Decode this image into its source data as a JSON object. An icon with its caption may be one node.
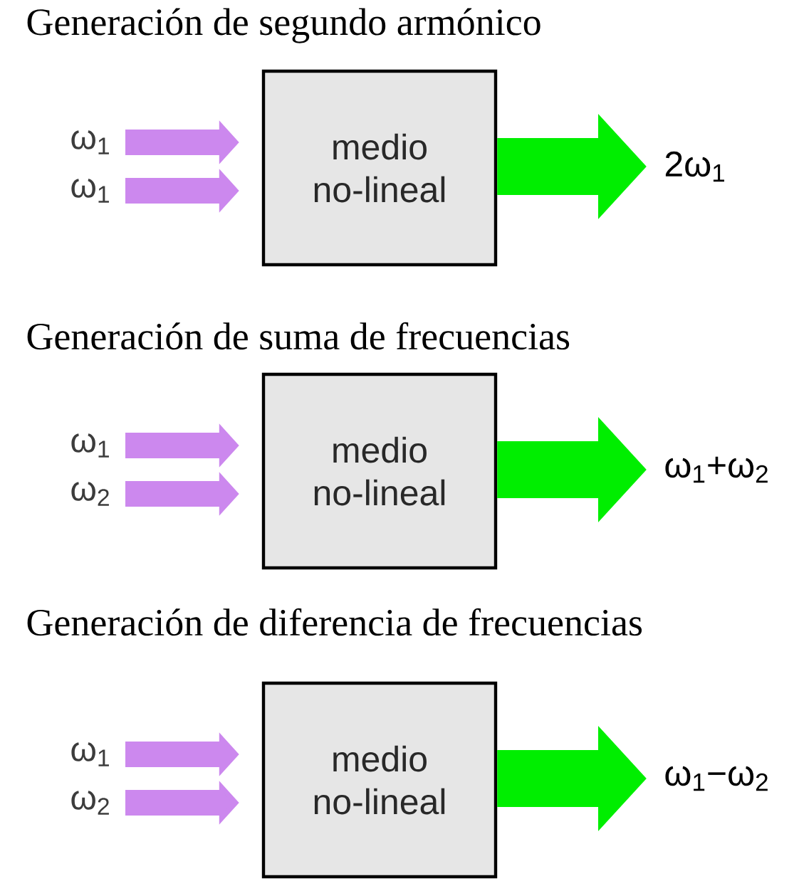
{
  "diagram": {
    "nodes": [
      {
        "text": [
          "ω$_{1}$"
        ]
      },
      {
        "text": [
          "ω$_{1}$"
        ]
      },
      {
        "text": [
          "medio no-lineal"
        ]
      },
      {
        "text": [
          "2ω$_{1}$"
        ]
      },
      {
        "text": [
          "ω$_{1}$"
        ]
      },
      {
        "text": [
          "ω$_{2}$"
        ]
      },
      {
        "text": [
          "medio no-lineal"
        ]
      },
      {
        "text": [
          "ω$_{1}$+ω$_{2}$"
        ]
      },
      {
        "text": [
          "ω$_{1}$−ω$_{2}$"
        ]
      },
      {
        "text": [
          "ω$_{1}$"
        ]
      },
      {
        "text": [
          "ω$_{2}$"
        ]
      },
      {
        "text": [
          "medio no-lineal"
        ]
      }
    ],
    "edges": [
      {
        "from": 0,
        "to": 2,
        "arrow": "to"
      },
      {
        "from": 1,
        "to": 2,
        "arrow": "to"
      },
      {
        "from": 2,
        "to": 3,
        "arrow": "to",
        "style": "thick",
        "color": "#00ee00"
      },
      {
        "from": 4,
        "to": 6,
        "arrow": "to"
      },
      {
        "from": 5,
        "to": 6,
        "arrow": "to"
      },
      {
        "from": 6,
        "to": 7,
        "arrow": "to",
        "style": "thick",
        "color": "#00ee00"
      },
      {
        "from": 9,
        "to": 11,
        "arrow": "to"
      },
      {
        "from": 10,
        "to": 11,
        "arrow": "to"
      },
      {
        "from": 11,
        "to": 8,
        "arrow": "to",
        "style": "thick",
        "color": "#00ee00"
      }
    ],
    "labels": [
      "Generación de segundo armónico",
      "Generación de suma de frecuencias",
      "Generación de diferencia de frecuencias"
    ]
  }
}
